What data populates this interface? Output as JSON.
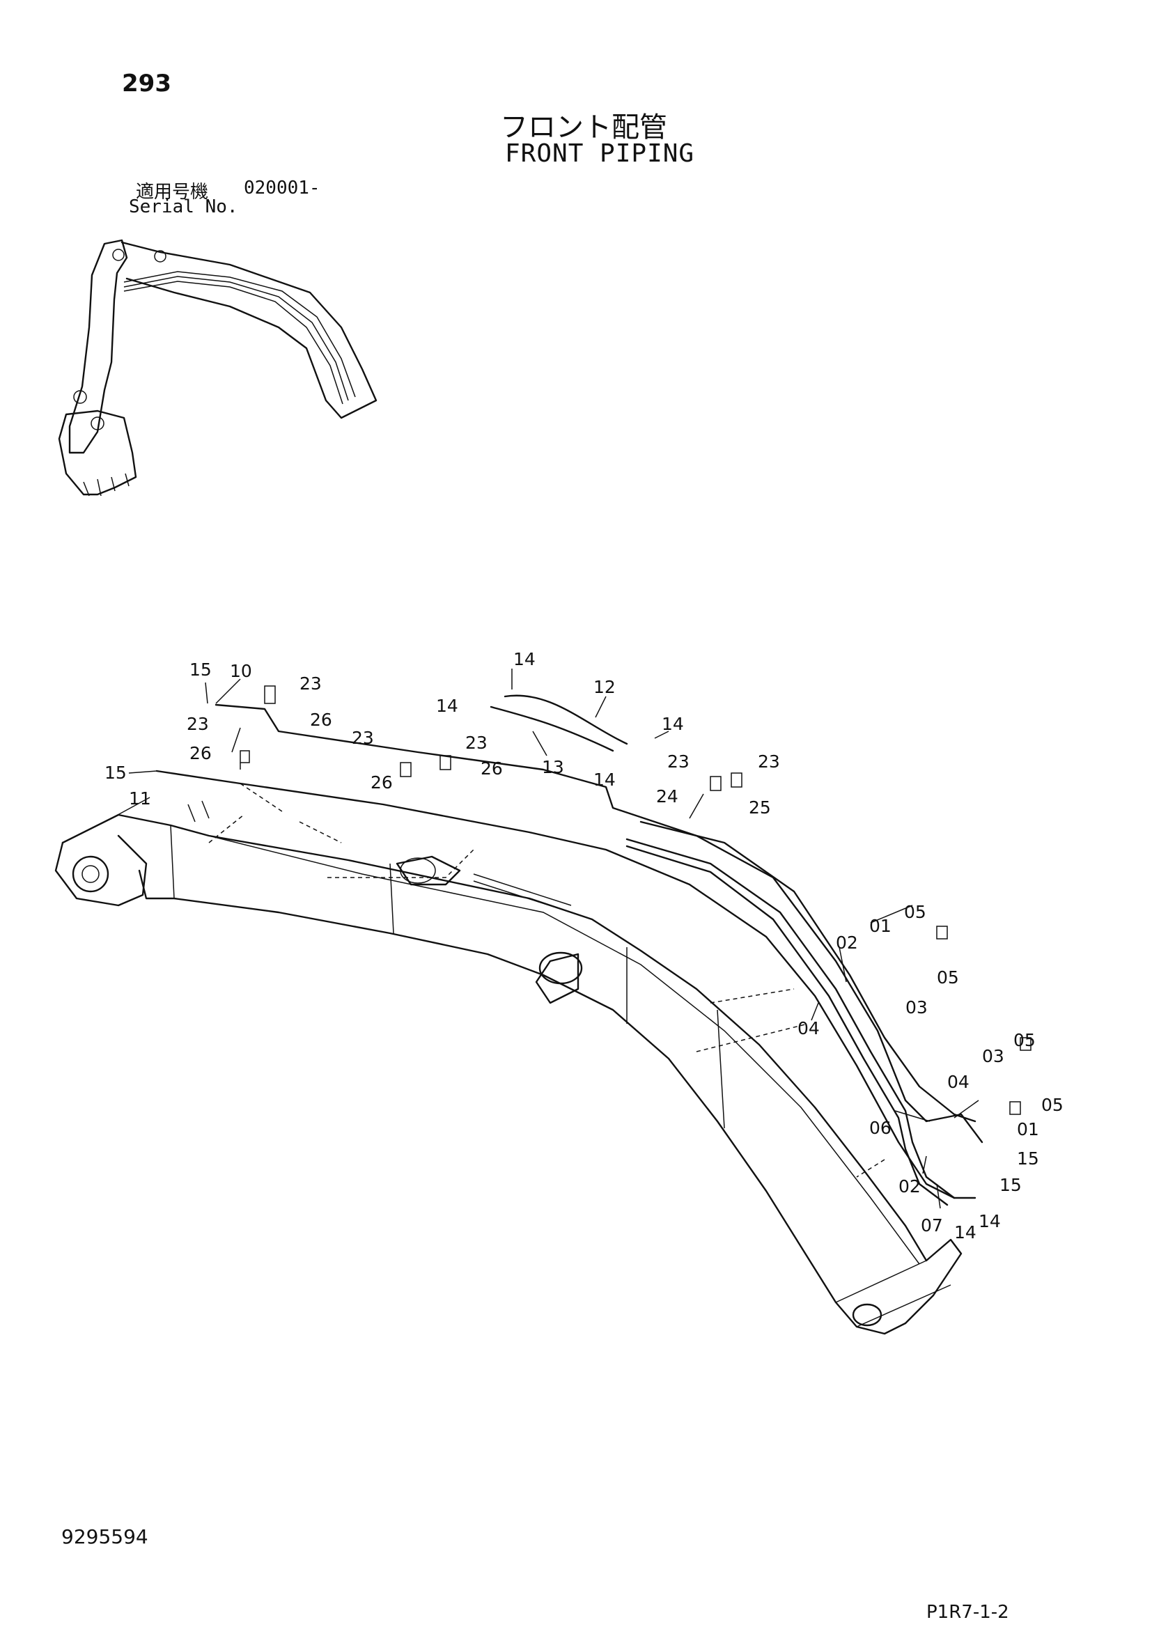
{
  "page_number": "293",
  "title_ja": "フロント配管",
  "title_en": "FRONT PIPING",
  "serial": {
    "label_ja": "適用号機",
    "label_en": "Serial No.",
    "value": "020001-"
  },
  "document_number": "9295594",
  "figure_code": "P1R7-1-2",
  "callouts": [
    "15",
    "10",
    "23",
    "26",
    "23",
    "26",
    "15",
    "11",
    "23",
    "23",
    "26",
    "26",
    "14",
    "12",
    "14",
    "13",
    "14",
    "14",
    "23",
    "23",
    "24",
    "25",
    "05",
    "01",
    "02",
    "05",
    "03",
    "04",
    "05",
    "03",
    "05",
    "04",
    "06",
    "01",
    "15",
    "02",
    "15",
    "07",
    "14",
    "14"
  ]
}
